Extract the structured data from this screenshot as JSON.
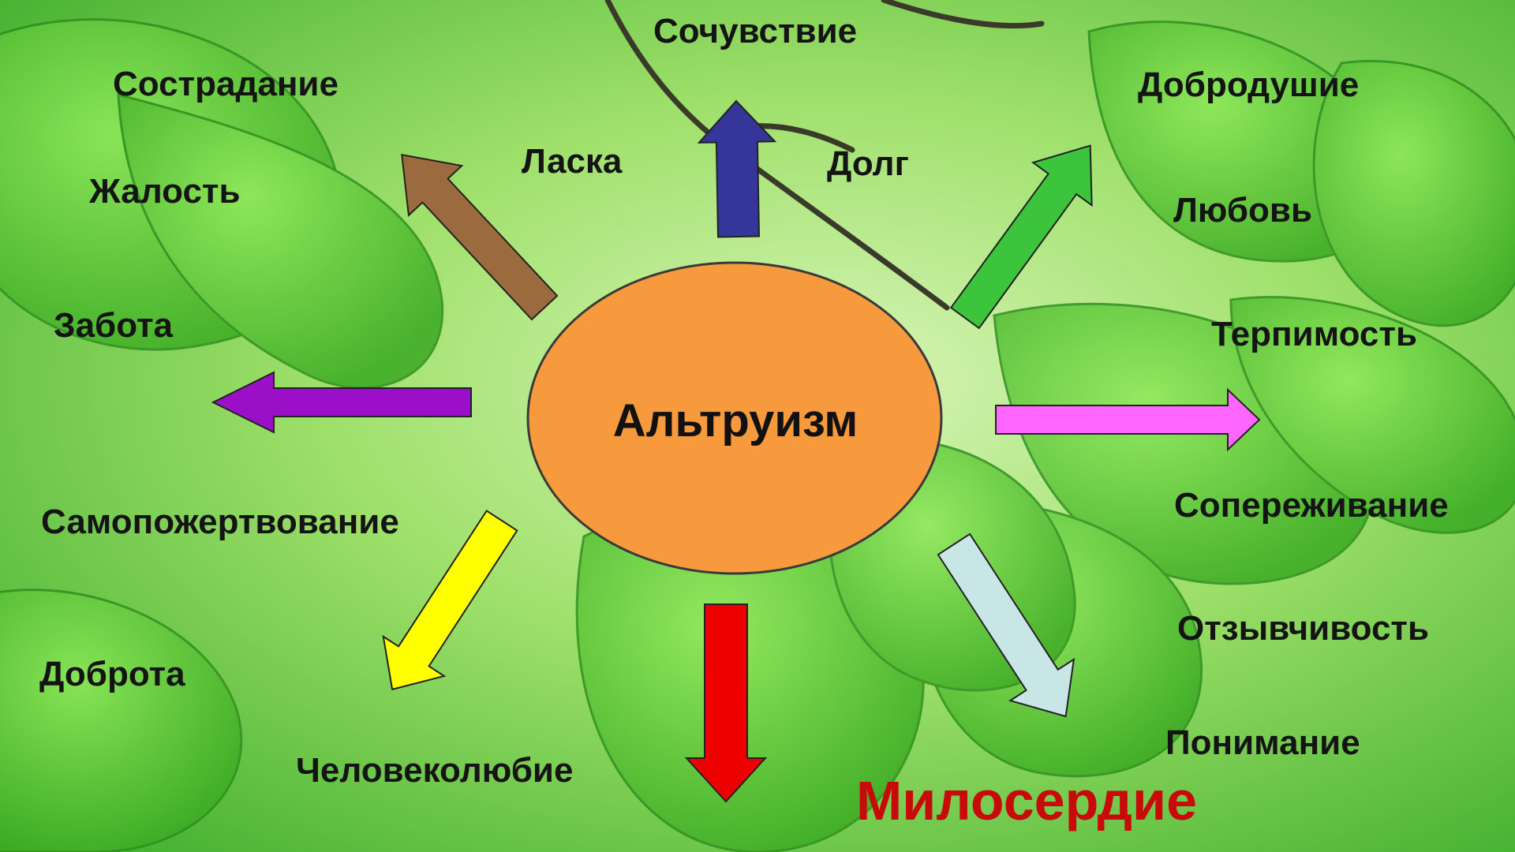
{
  "diagram": {
    "center": {
      "label": "Альтруизм",
      "color": "#f79a3e"
    },
    "words": {
      "sochuvstvie": "Сочувствие",
      "sostradanie": "Сострадание",
      "laska": "Ласка",
      "dolg": "Долг",
      "dobrodushie": "Добродушие",
      "zhalost": "Жалость",
      "lyubov": "Любовь",
      "zabota": "Забота",
      "terpimost": "Терпимость",
      "samopozhertvovanie": "Самопожертвование",
      "soperezhivanie": "Сопереживание",
      "otzyvchivost": "Отзывчивость",
      "dobrota": "Доброта",
      "ponimanie": "Понимание",
      "chelovekolyubie": "Человеколюбие",
      "miloserdie": "Милосердие"
    },
    "arrow_colors": {
      "up": "#36369a",
      "up_left": "#9b6a3e",
      "up_right": "#3cc43c",
      "left": "#9b0fc8",
      "right": "#ff66ff",
      "down_left": "#ffff00",
      "down": "#ee0000",
      "down_right": "#c8e6e6"
    }
  }
}
